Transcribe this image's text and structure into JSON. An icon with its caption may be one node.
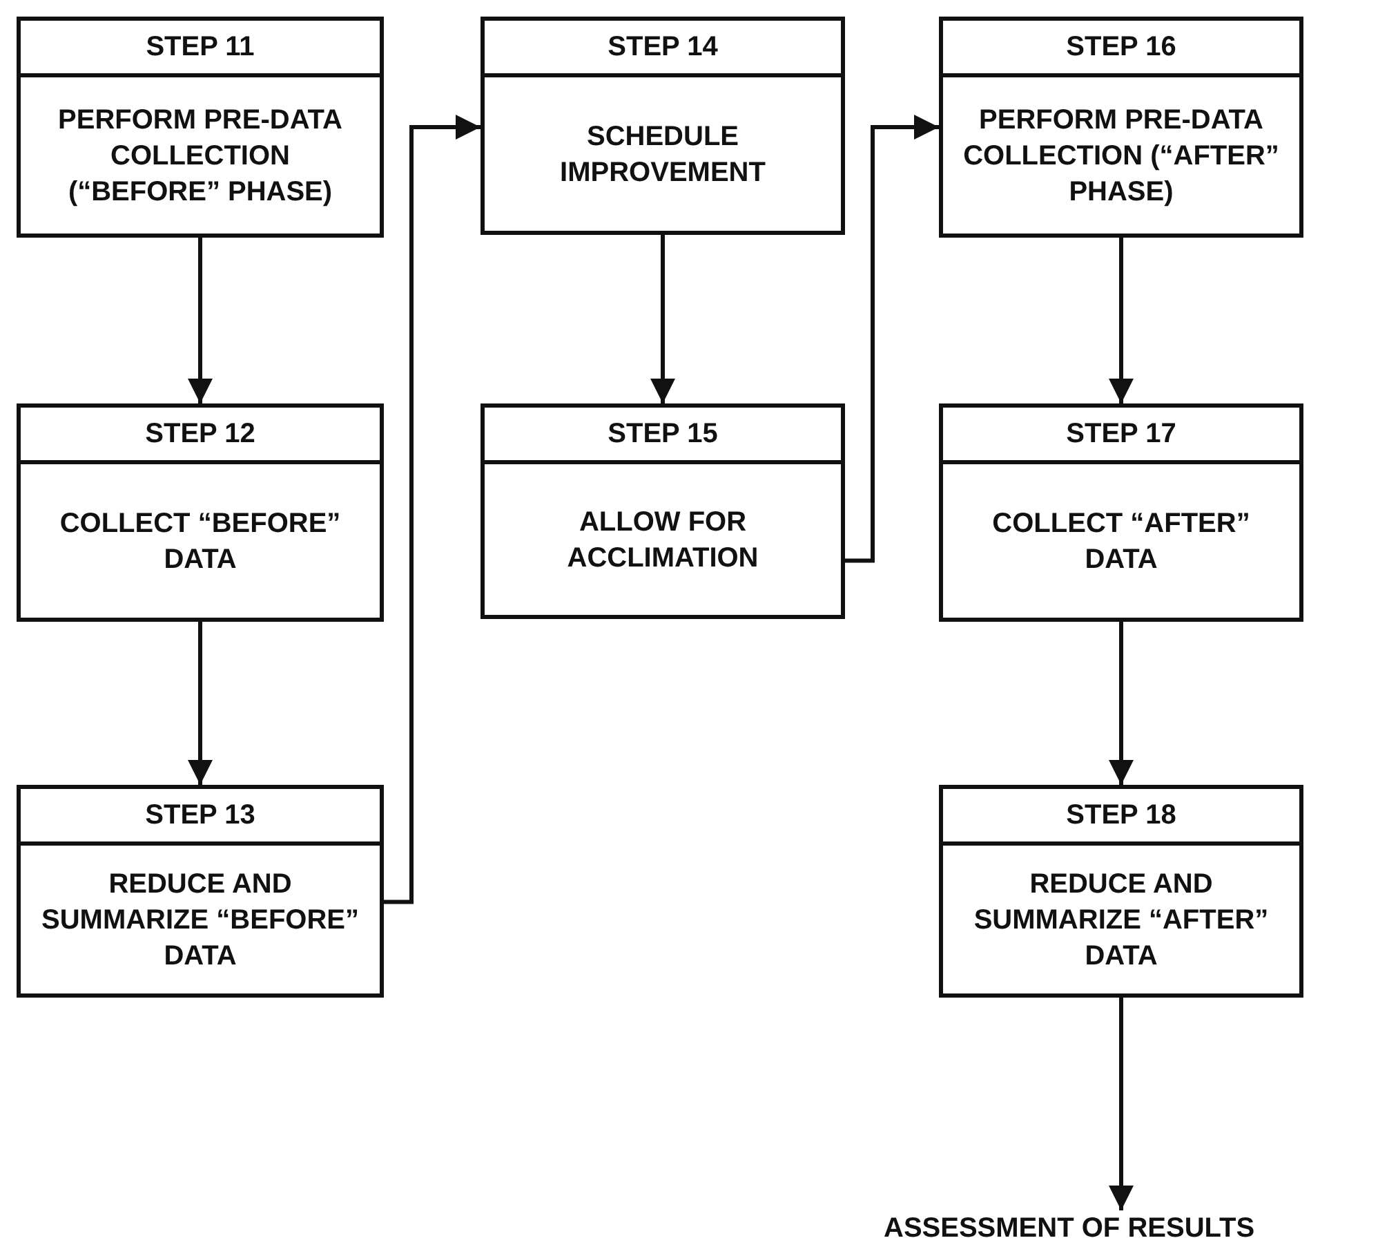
{
  "diagram": {
    "nodes": [
      {
        "text": [
          "STEP 11",
          "PERFORM PRE-DATA COLLECTION (“BEFORE” PHASE)"
        ]
      },
      {
        "text": [
          "STEP 12",
          "COLLECT “BEFORE” DATA"
        ]
      },
      {
        "text": [
          "STEP 13",
          "REDUCE AND SUMMARIZE “BEFORE” DATA"
        ]
      },
      {
        "text": [
          "STEP 14",
          "SCHEDULE IMPROVEMENT"
        ]
      },
      {
        "text": [
          "STEP 15",
          "ALLOW FOR ACCLIMATION"
        ]
      },
      {
        "text": [
          "STEP 16",
          "PERFORM PRE-DATA COLLECTION (“AFTER” PHASE)"
        ]
      },
      {
        "text": [
          "STEP 17",
          "COLLECT “AFTER” DATA"
        ]
      },
      {
        "text": [
          "STEP 18",
          "REDUCE AND SUMMARIZE “AFTER” DATA"
        ]
      },
      {
        "text": [
          "ASSESSMENT OF RESULTS"
        ]
      }
    ],
    "edges": [
      {
        "from": 0,
        "to": 1,
        "arrow": "to"
      },
      {
        "from": 1,
        "to": 2,
        "arrow": "to"
      },
      {
        "from": 2,
        "to": 3,
        "arrow": "to"
      },
      {
        "from": 3,
        "to": 4,
        "arrow": "to"
      },
      {
        "from": 4,
        "to": 5,
        "arrow": "to"
      },
      {
        "from": 5,
        "to": 6,
        "arrow": "to"
      },
      {
        "from": 6,
        "to": 7,
        "arrow": "to"
      },
      {
        "from": 7,
        "to": 8,
        "arrow": "to"
      }
    ]
  }
}
